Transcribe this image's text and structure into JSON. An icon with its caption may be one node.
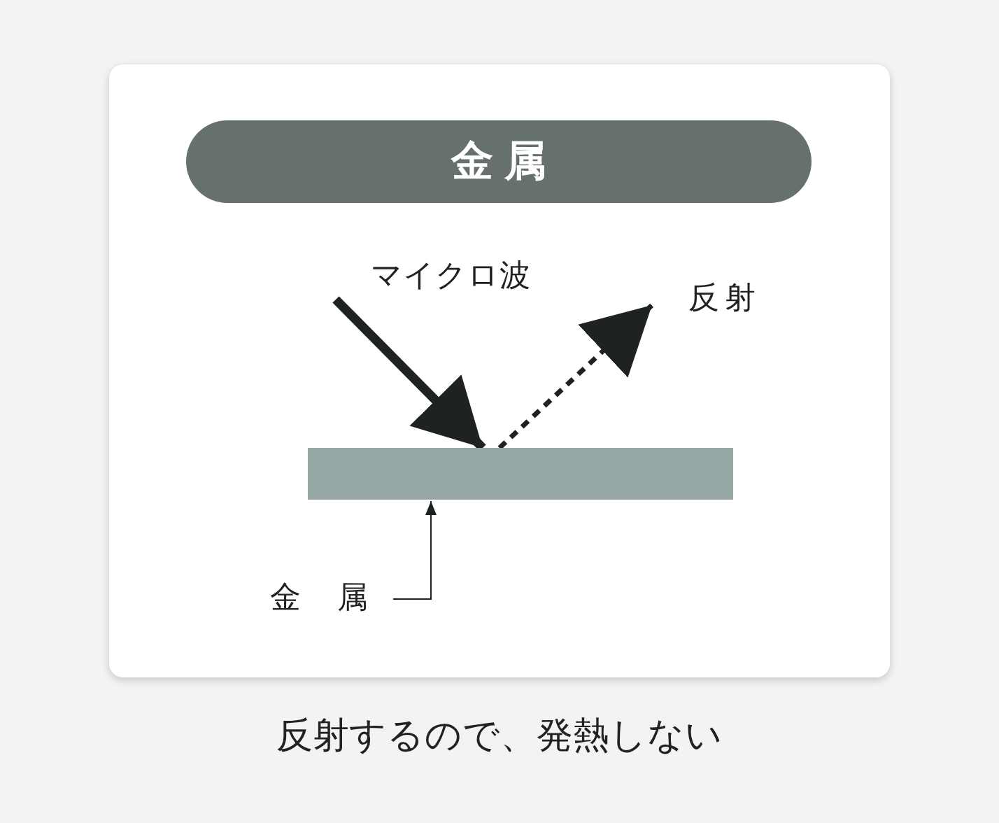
{
  "diagram": {
    "nodes": [
      {
        "text": [
          "金属"
        ]
      },
      {
        "text": [
          "マイクロ波"
        ]
      },
      {
        "text": [],
        "shape": "bar"
      },
      {
        "text": [
          "反射"
        ]
      },
      {
        "text": [
          "金属"
        ]
      }
    ],
    "edges": [
      {
        "from": 1,
        "to": 2,
        "arrow": "to",
        "style": "thick"
      },
      {
        "from": 2,
        "to": 3,
        "arrow": "to",
        "style": "dashed"
      },
      {
        "from": 4,
        "to": 2,
        "arrow": "to"
      }
    ],
    "caption": "反射するので、発熱しない"
  }
}
